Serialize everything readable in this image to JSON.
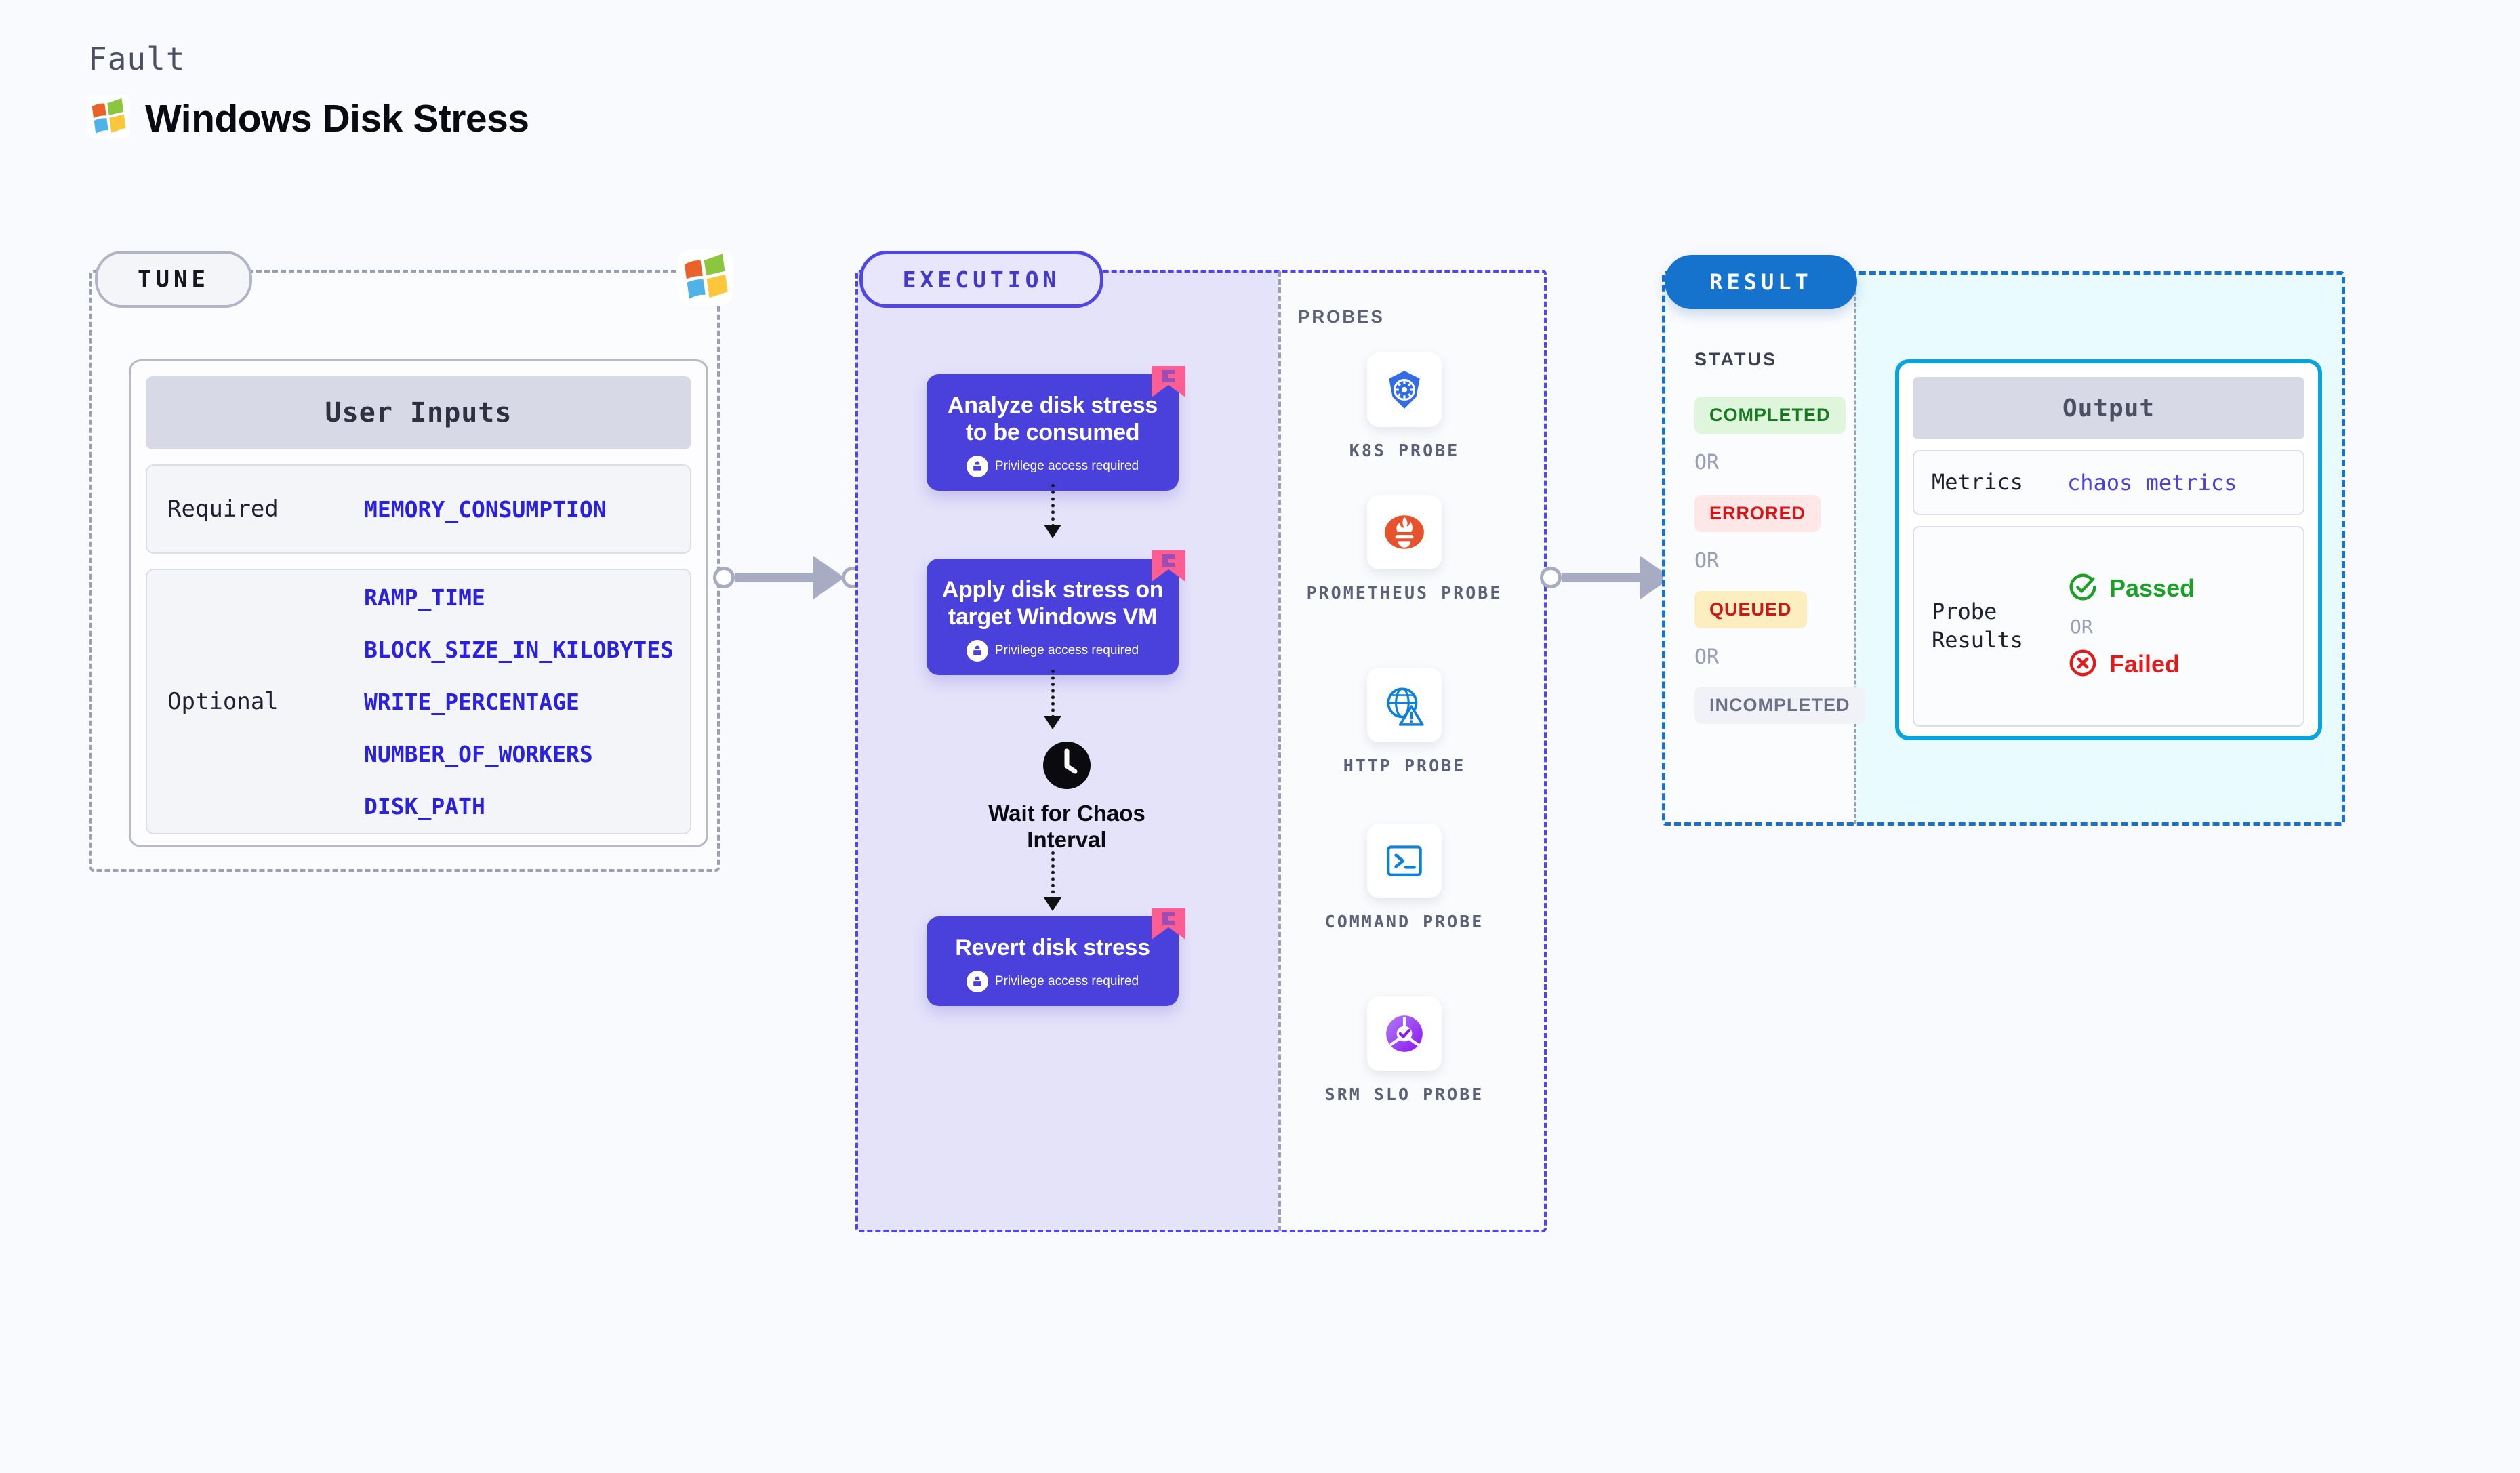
{
  "header": {
    "kicker": "Fault",
    "title": "Windows Disk Stress",
    "logo_icon": "windows-logo-icon"
  },
  "tune": {
    "pill_label": "TUNE",
    "card_title": "User Inputs",
    "required_label": "Required",
    "required_values": [
      "MEMORY_CONSUMPTION"
    ],
    "optional_label": "Optional",
    "optional_values": [
      "RAMP_TIME",
      "BLOCK_SIZE_IN_KILOBYTES",
      "WRITE_PERCENTAGE",
      "NUMBER_OF_WORKERS",
      "DISK_PATH"
    ]
  },
  "execution": {
    "pill_label": "EXECUTION",
    "privilege_note": "Privilege access required",
    "steps": [
      {
        "title": "Analyze disk stress to be consumed",
        "privileged": true,
        "ribbon": true
      },
      {
        "title": "Apply disk stress on target Windows VM",
        "privileged": true,
        "ribbon": true
      },
      {
        "title": "Revert disk stress",
        "privileged": true,
        "ribbon": true
      }
    ],
    "wait_node": {
      "label": "Wait for Chaos Interval",
      "icon": "clock-icon"
    },
    "probes_title": "PROBES",
    "probes": [
      {
        "label": "K8S PROBE",
        "icon": "kubernetes-icon"
      },
      {
        "label": "PROMETHEUS PROBE",
        "icon": "prometheus-icon"
      },
      {
        "label": "HTTP PROBE",
        "icon": "http-globe-icon"
      },
      {
        "label": "COMMAND PROBE",
        "icon": "terminal-icon"
      },
      {
        "label": "SRM SLO PROBE",
        "icon": "srm-slo-icon"
      }
    ]
  },
  "result": {
    "pill_label": "RESULT",
    "status_header": "STATUS",
    "or_label": "OR",
    "statuses": [
      {
        "label": "COMPLETED",
        "color": "#167b20",
        "bg": "#dff5dc"
      },
      {
        "label": "ERRORED",
        "color": "#d81414",
        "bg": "#fde7e7"
      },
      {
        "label": "QUEUED",
        "color": "#c8191b",
        "bg": "#fdeec0"
      },
      {
        "label": "INCOMPLETED",
        "color": "#6a7086",
        "bg": "#f1f2f7"
      }
    ],
    "output": {
      "title": "Output",
      "metrics_key": "Metrics",
      "metrics_value": "chaos metrics",
      "probe_key": "Probe Results",
      "passed_label": "Passed",
      "failed_label": "Failed",
      "or_label": "OR",
      "passed_icon": "check-circle-icon",
      "failed_icon": "x-circle-icon"
    }
  },
  "colors": {
    "purple": "#4a41dc",
    "pink_ribbon": "#fa5e92",
    "blue_result": "#1572cd",
    "cyan_border": "#06a5e0",
    "mono_blue": "#2a21e0"
  }
}
